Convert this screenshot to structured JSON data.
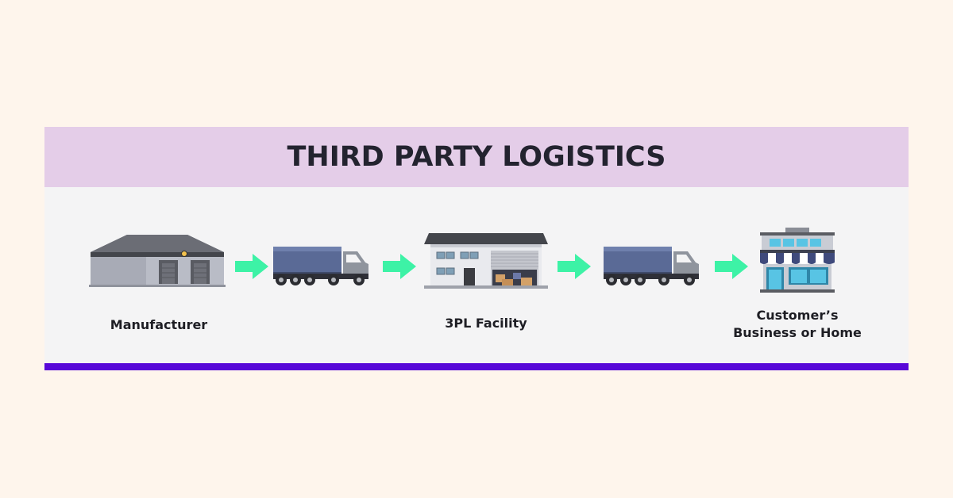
{
  "title": "THIRD PARTY LOGISTICS",
  "steps": [
    {
      "label": "Manufacturer",
      "icon": "warehouse-icon"
    },
    {
      "label": "",
      "icon": "delivery-truck-icon"
    },
    {
      "label": "3PL Facility",
      "icon": "3pl-facility-icon"
    },
    {
      "label": "",
      "icon": "delivery-truck-icon"
    },
    {
      "label_line1": "Customer’s",
      "label_line2": "Business or Home",
      "icon": "storefront-icon"
    }
  ],
  "colors": {
    "background": "#fef5ec",
    "header": "#e4cde8",
    "panel": "#f4f4f5",
    "accent_bar": "#5808d8",
    "arrow": "#3df2a6",
    "truck_body": "#5a6a96"
  }
}
